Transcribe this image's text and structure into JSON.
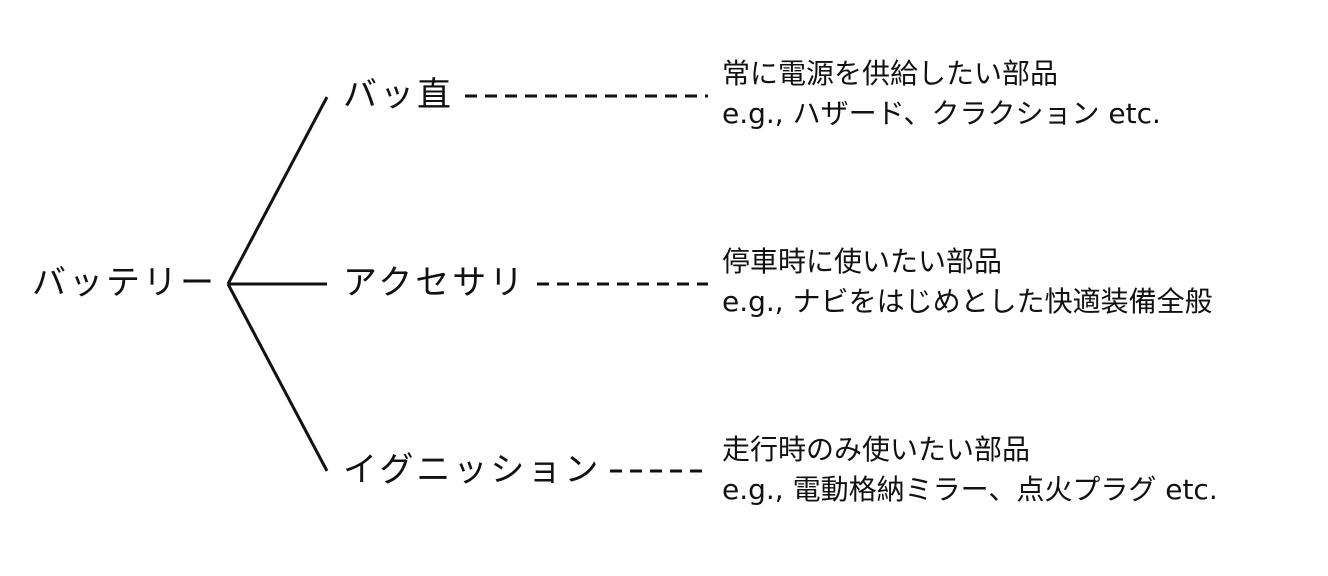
{
  "root": {
    "label": "バッテリー"
  },
  "branches": [
    {
      "label": "バッ直",
      "description": "常に電源を供給したい部品",
      "examples": "e.g., ハザード、クラクション etc."
    },
    {
      "label": "アクセサリ",
      "description": "停車時に使いたい部品",
      "examples": "e.g., ナビをはじめとした快適装備全般"
    },
    {
      "label": "イグニッション",
      "description": "走行時のみ使いたい部品",
      "examples": "e.g., 電動格納ミラー、点火プラグ etc."
    }
  ],
  "colors": {
    "line": "#111111",
    "text": "#111111",
    "background": "#ffffff"
  }
}
